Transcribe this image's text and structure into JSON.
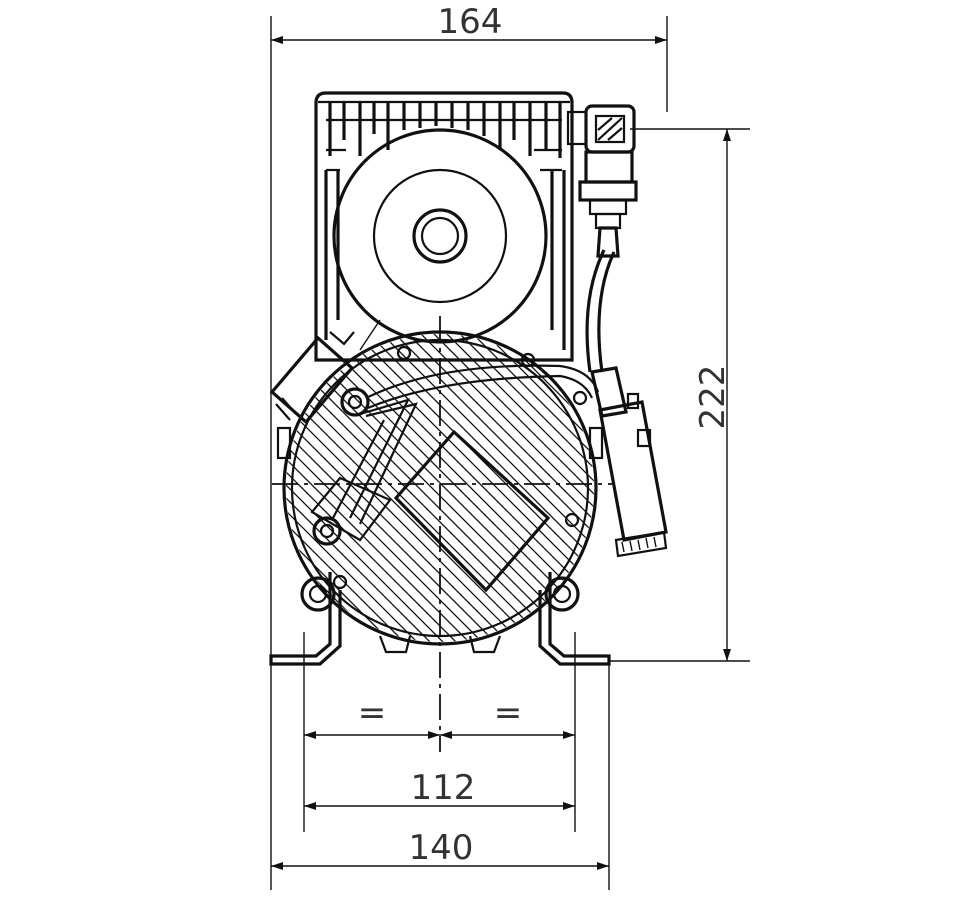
{
  "drawing": {
    "dimensions": {
      "overall_width": "164",
      "overall_height": "222",
      "foot_hole_spacing": "112",
      "foot_width": "140",
      "equal_left": "=",
      "equal_right": "="
    },
    "colors": {
      "line": "#111111",
      "text": "#333333",
      "background": "#ffffff"
    }
  }
}
